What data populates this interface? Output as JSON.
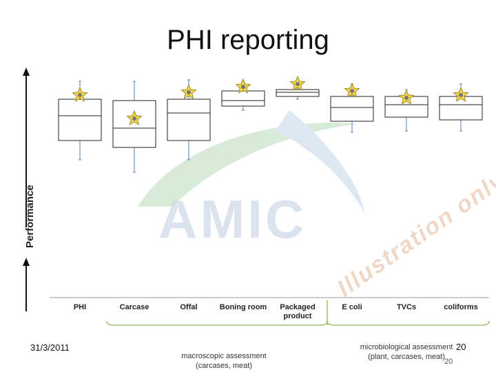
{
  "slide": {
    "title": "PHI reporting",
    "date": "31/3/2011",
    "page_number": "20",
    "watermark": "Illustration only",
    "logo_text": "AMIC",
    "group_labels": {
      "macroscopic": "macroscopic assessment\n(carcases, meat)",
      "microbiological": "microbiological assessment\n(plant, carcases, meat)",
      "microbiological_page": "20"
    }
  },
  "chart_data": {
    "type": "box",
    "ylabel": "Performance",
    "xlabel": "",
    "categories": [
      "PHI",
      "Carcase",
      "Offal",
      "Boning room",
      "Packaged\nproduct",
      "E coli",
      "TVCs",
      "coliforms"
    ],
    "ylim": [
      0,
      100
    ],
    "groups": [
      {
        "label": "macroscopic assessment (carcases, meat)",
        "categories": [
          "Carcase",
          "Offal",
          "Boning room",
          "Packaged\nproduct"
        ]
      },
      {
        "label": "microbiological assessment (plant, carcases, meat)",
        "categories": [
          "E coli",
          "TVCs",
          "coliforms"
        ]
      }
    ],
    "boxes": [
      {
        "category": "PHI",
        "min": 34,
        "q1": 48,
        "median": 66,
        "q3": 78,
        "max": 91,
        "marker": 81
      },
      {
        "category": "Carcase",
        "min": 25,
        "q1": 43,
        "median": 57,
        "q3": 77,
        "max": 91,
        "marker": 64
      },
      {
        "category": "Offal",
        "min": 34,
        "q1": 48,
        "median": 68,
        "q3": 78,
        "max": 92,
        "marker": 83
      },
      {
        "category": "Boning room",
        "min": 70,
        "q1": 73,
        "median": 77,
        "q3": 84,
        "max": 91,
        "marker": 87
      },
      {
        "category": "Packaged\nproduct",
        "min": 78,
        "q1": 80,
        "median": 83,
        "q3": 85,
        "max": 89,
        "marker": 89
      },
      {
        "category": "E coli",
        "min": 54,
        "q1": 62,
        "median": 72,
        "q3": 80,
        "max": 89,
        "marker": 84
      },
      {
        "category": "TVCs",
        "min": 55,
        "q1": 65,
        "median": 74,
        "q3": 80,
        "max": 85,
        "marker": 79
      },
      {
        "category": "coliforms",
        "min": 55,
        "q1": 63,
        "median": 74,
        "q3": 80,
        "max": 89,
        "marker": 81
      }
    ],
    "colors": {
      "box": "#222222",
      "whisker": "#5a7fb0",
      "marker_fill": "#f3d54a",
      "marker_stroke": "#a08a2a",
      "logo_green": "#8fbf8f",
      "logo_blue": "#9ab6d6",
      "logo_text": "#7f9fc7"
    }
  }
}
